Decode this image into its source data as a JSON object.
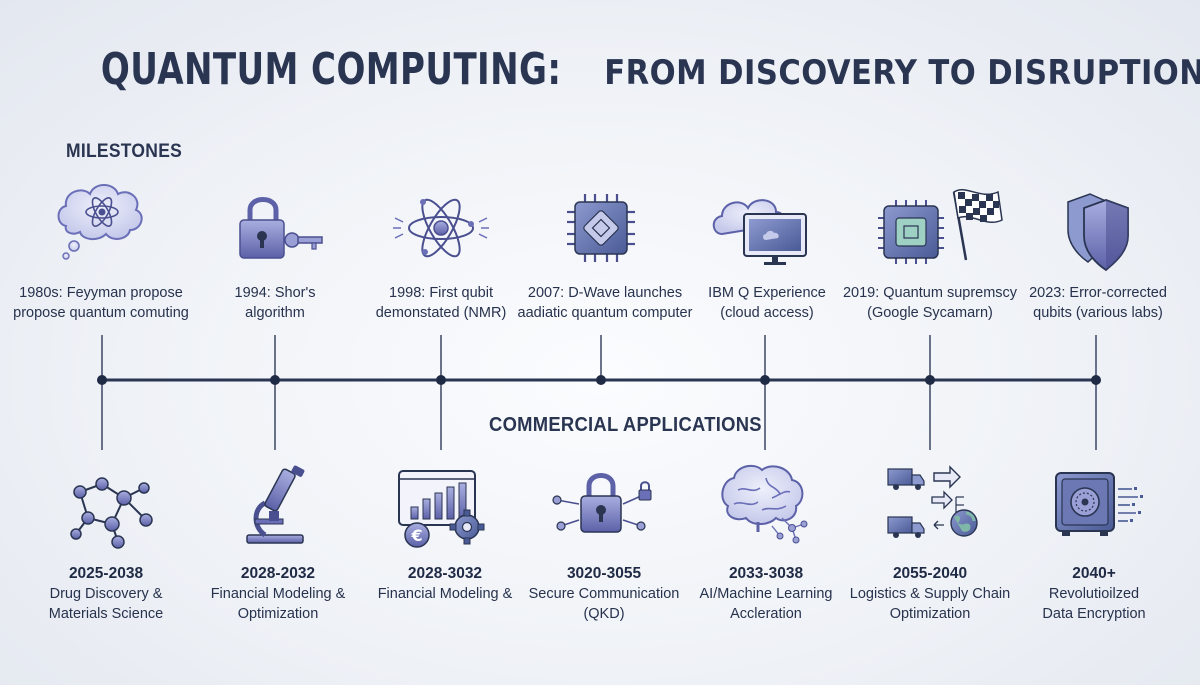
{
  "title": {
    "part1": "QUANTUM COMPUTING:",
    "part2": "FROM DISCOVERY TO DISRUPTION"
  },
  "milestones_heading": "MILESTONES",
  "commercial_heading": "COMMERCIAL APPLICATIONS",
  "milestones": [
    {
      "icon": "brain-thought-atom-icon",
      "line1": "1980s: Feyyman propose",
      "line2": "propose quantum comuting"
    },
    {
      "icon": "padlock-key-icon",
      "line1": "1994: Shor's",
      "line2": "algorithm"
    },
    {
      "icon": "atom-icon",
      "line1": "1998: First qubit",
      "line2": "demonstated (NMR)"
    },
    {
      "icon": "chip-icon",
      "line1": "2007: D-Wave launches",
      "line2": "aadiatic quantum computer"
    },
    {
      "icon": "cloud-monitor-icon",
      "line1": "IBM Q Experience",
      "line2": "(cloud access)"
    },
    {
      "icon": "chip-checkered-flag-icon",
      "line1": "2019: Quantum supremscy",
      "line2": "(Google Sycamarn)"
    },
    {
      "icon": "shield-icon",
      "line1": "2023: Error-corrected",
      "line2": "qubits (various labs)"
    }
  ],
  "applications": [
    {
      "icon": "molecule-network-icon",
      "years": "2025-2038",
      "line1": "Drug Discovery &",
      "line2": "Materials Science"
    },
    {
      "icon": "microscope-icon",
      "years": "2028-2032",
      "line1": "Financial Modeling &",
      "line2": "Optimization"
    },
    {
      "icon": "finance-chart-gear-icon",
      "years": "2028-3032",
      "line1": "Financial Modeling &",
      "line2": ""
    },
    {
      "icon": "padlock-network-icon",
      "years": "3020-3055",
      "line1": "Secure Communication",
      "line2": "(QKD)"
    },
    {
      "icon": "brain-circuit-icon",
      "years": "2033-3038",
      "line1": "AI/Machine Learning",
      "line2": "Accleration"
    },
    {
      "icon": "logistics-trucks-icon",
      "years": "2055-2040",
      "line1": "Logistics & Supply Chain",
      "line2": "Optimization"
    },
    {
      "icon": "vault-safe-icon",
      "years": "2040+",
      "line1": "Revolutioilzed",
      "line2": "Data Encryption"
    }
  ],
  "colors": {
    "navy": "#2a3552",
    "purple": "#6b6fb8",
    "purple_light": "#9a9fd6",
    "blue_fill": "#5d6fa8"
  }
}
